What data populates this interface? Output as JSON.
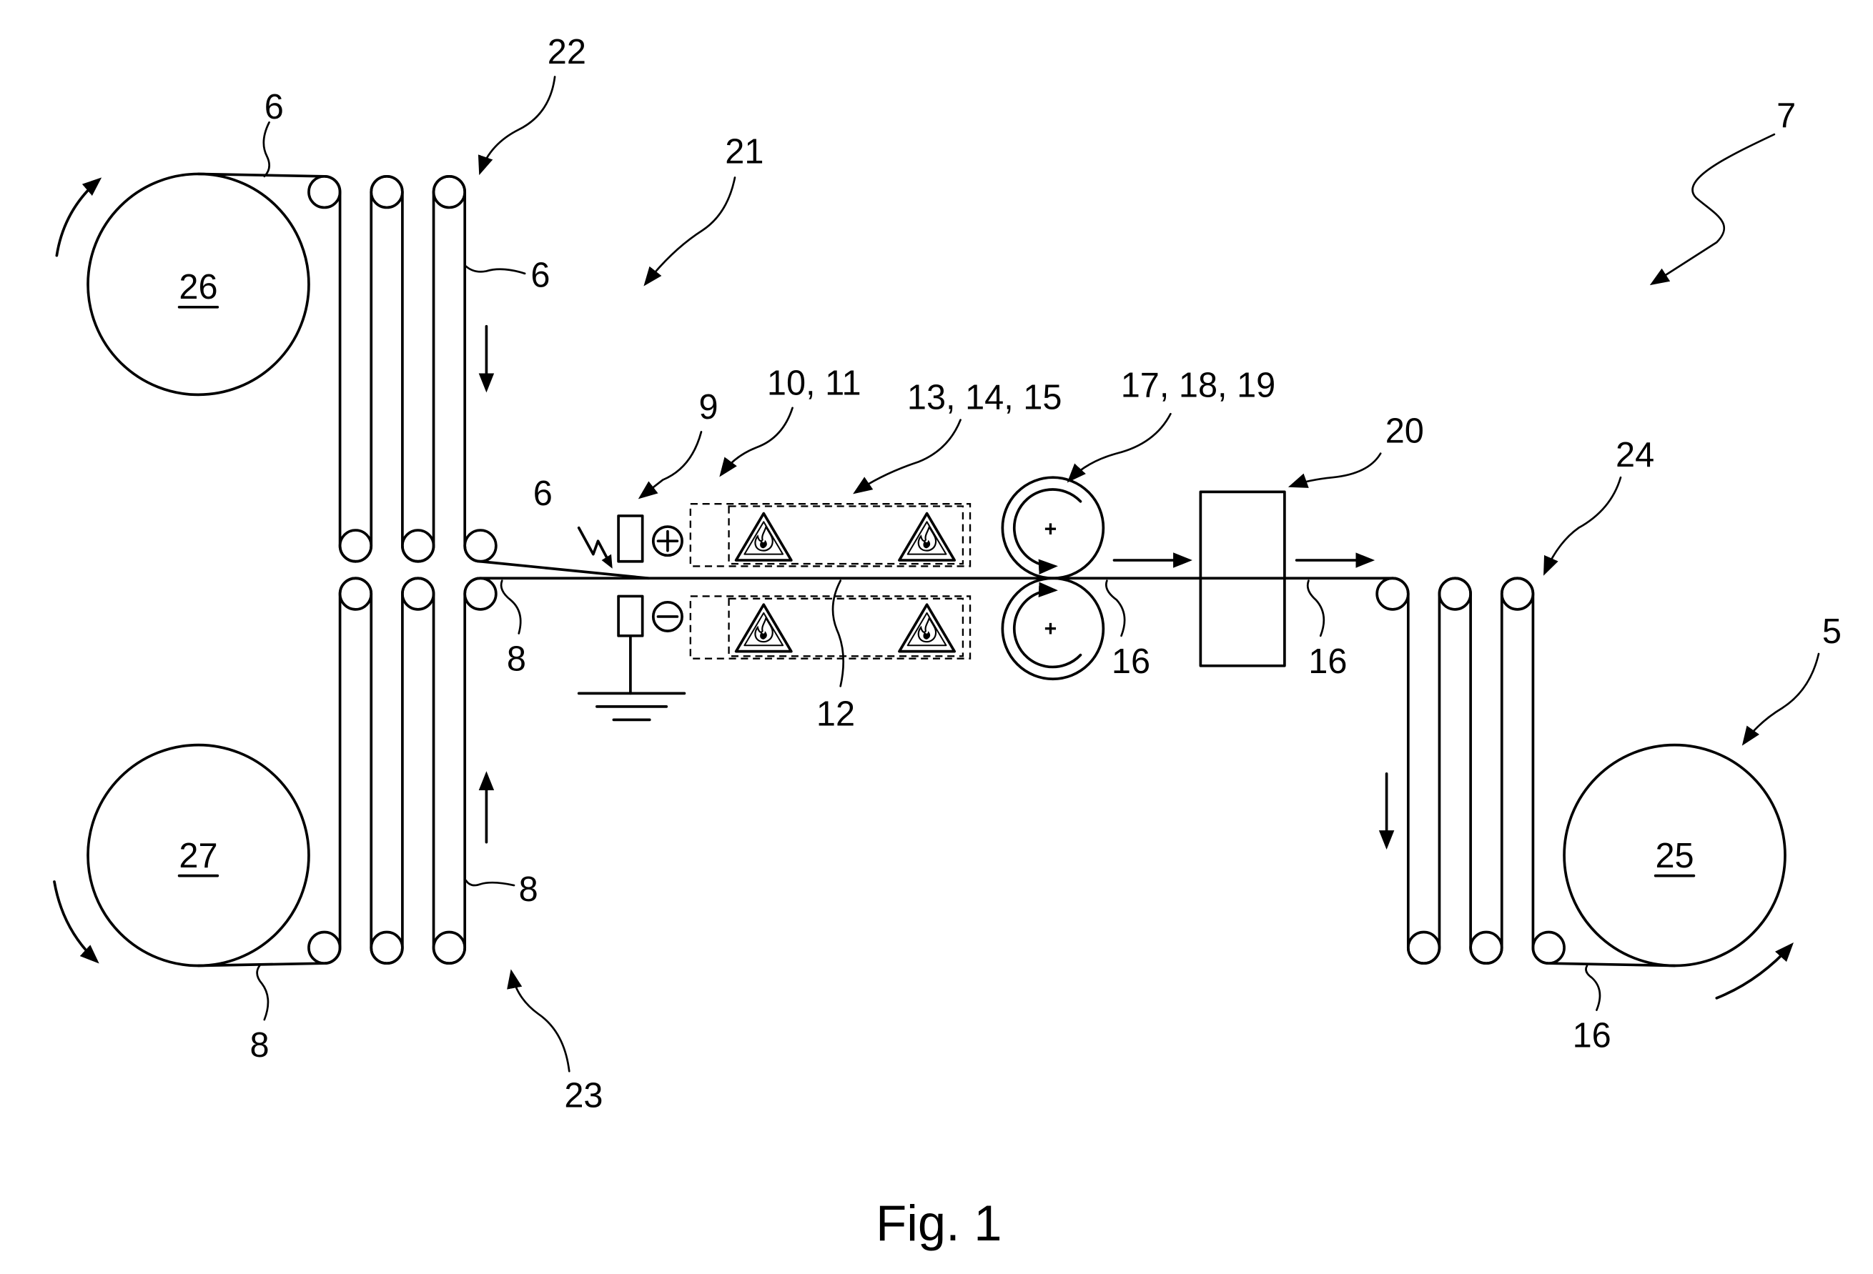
{
  "figure": {
    "caption": "Fig. 1"
  },
  "labels": {
    "ref_22": "22",
    "ref_6_top": "6",
    "ref_21": "21",
    "ref_7": "7",
    "ref_26": "26",
    "ref_6_mid": "6",
    "ref_9": "9",
    "ref_10_11": "10, 11",
    "ref_13_14_15": "13, 14, 15",
    "ref_17_18_19": "17, 18, 19",
    "ref_20": "20",
    "ref_24": "24",
    "ref_6_lower": "6",
    "ref_8_upper": "8",
    "ref_12": "12",
    "ref_16_a": "16",
    "ref_16_b": "16",
    "ref_5": "5",
    "ref_27": "27",
    "ref_8_mid": "8",
    "ref_25": "25",
    "ref_8_bottom": "8",
    "ref_23": "23",
    "ref_16_c": "16"
  },
  "symbols": {
    "upper_roller_sign": "+",
    "lower_roller_sign": "+"
  },
  "colors": {
    "ink": "#000000",
    "paper": "#ffffff"
  },
  "icons": [
    "lightning-icon",
    "plus-circle-icon",
    "minus-circle-icon",
    "ground-icon",
    "flame-warning-icon"
  ]
}
